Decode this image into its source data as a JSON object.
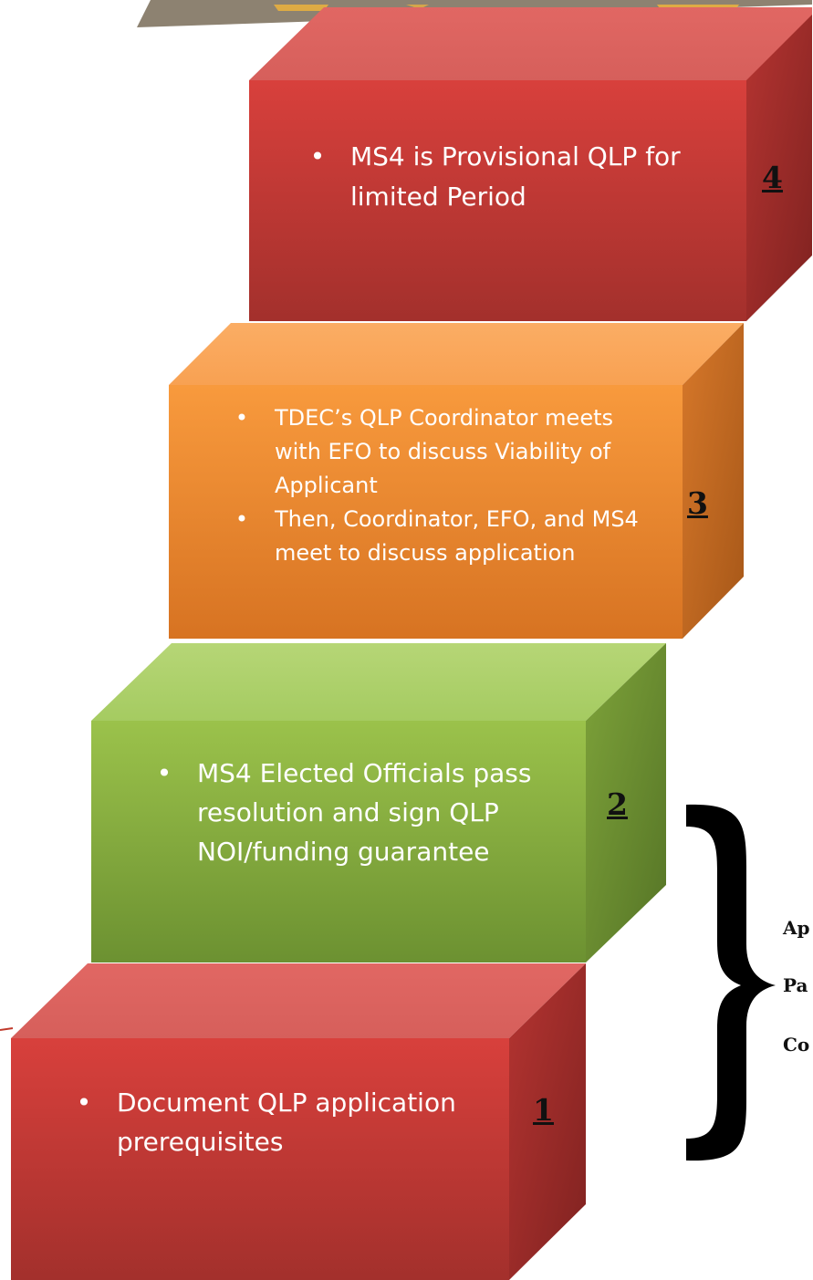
{
  "steps": [
    {
      "number": "1",
      "bullets": [
        "Document QLP application prerequisites"
      ],
      "color": "#c53a34"
    },
    {
      "number": "2",
      "bullets": [
        "MS4 Elected Officials pass resolution and sign QLP NOI/funding guarantee"
      ],
      "color": "#86ad3c"
    },
    {
      "number": "3",
      "bullets": [
        "TDEC’s QLP Coordinator meets with EFO to discuss Viability of Applicant",
        "Then, Coordinator, EFO, and MS4 meet to discuss application"
      ],
      "color": "#f08a2c"
    },
    {
      "number": "4",
      "bullets": [
        "MS4 is Provisional QLP for limited Period"
      ],
      "color": "#d13d3a"
    }
  ],
  "side_labels": [
    "Ap",
    "Pa",
    "Co"
  ],
  "bullet_glyph": "•"
}
